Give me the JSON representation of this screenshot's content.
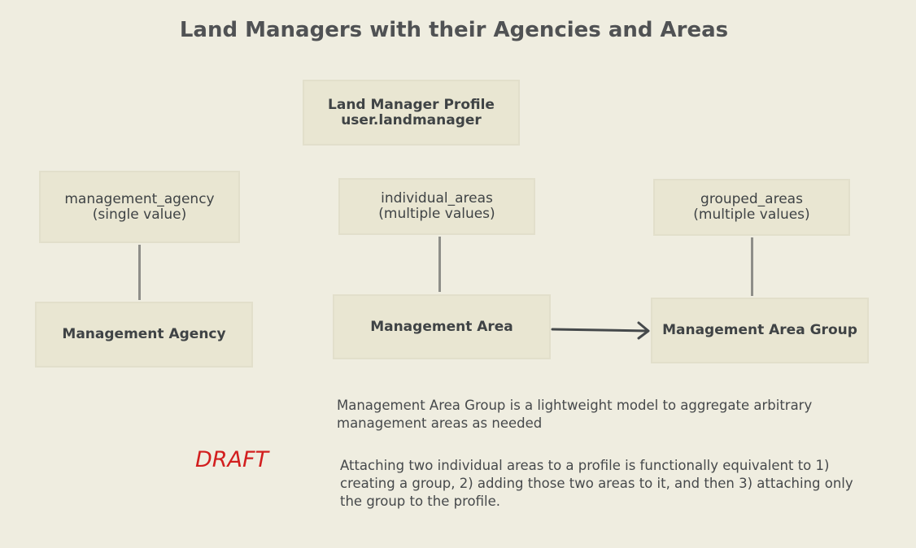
{
  "title": "Land Managers with their Agencies and Areas",
  "nodes": {
    "profile": {
      "line1": "Land Manager Profile",
      "line2": "user.landmanager"
    },
    "management_agency_field": {
      "line1": "management_agency",
      "line2": "(single value)"
    },
    "individual_areas_field": {
      "line1": "individual_areas",
      "line2": "(multiple values)"
    },
    "grouped_areas_field": {
      "line1": "grouped_areas",
      "line2": "(multiple values)"
    },
    "management_agency": {
      "label": "Management Agency"
    },
    "management_area": {
      "label": "Management Area"
    },
    "management_area_group": {
      "label": "Management Area Group"
    }
  },
  "notes": {
    "group_description": "Management Area Group is a lightweight model to aggregate arbitrary management areas as needed",
    "equivalence": "Attaching two individual areas to a profile is functionally equivalent to 1) creating a group, 2) adding those two areas to it, and then 3) attaching only the group to the profile."
  },
  "draft_label": "DRAFT",
  "colors": {
    "background": "#efede0",
    "box_fill": "#e9e6d2",
    "text": "#3f4345",
    "connector": "#8e8e89",
    "arrow": "#45494b",
    "draft": "#d21f1f"
  }
}
